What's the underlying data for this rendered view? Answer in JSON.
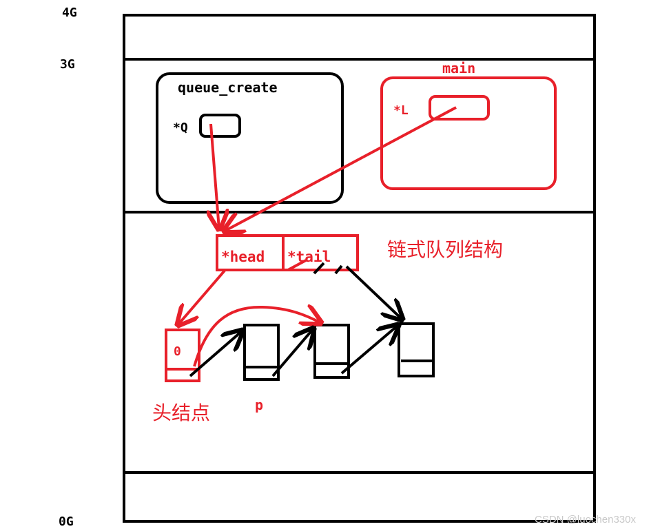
{
  "colors": {
    "black": "#000000",
    "red": "#e8202a",
    "watermark": "#c9c9c9"
  },
  "memory_labels": {
    "top": "4G",
    "kernel_boundary": "3G",
    "bottom": "0G"
  },
  "stack": {
    "queue_create": {
      "title": "queue_create",
      "pointer_label": "*Q"
    },
    "main": {
      "title": "main",
      "pointer_label": "*L"
    }
  },
  "heap": {
    "queue_struct": {
      "head_label": "*head",
      "tail_label": "*tail",
      "caption": "链式队列结构"
    },
    "head_node": {
      "value": "0",
      "caption": "头结点"
    },
    "pointer_p_label": "p"
  },
  "watermark": "CSDN @luochen330x"
}
